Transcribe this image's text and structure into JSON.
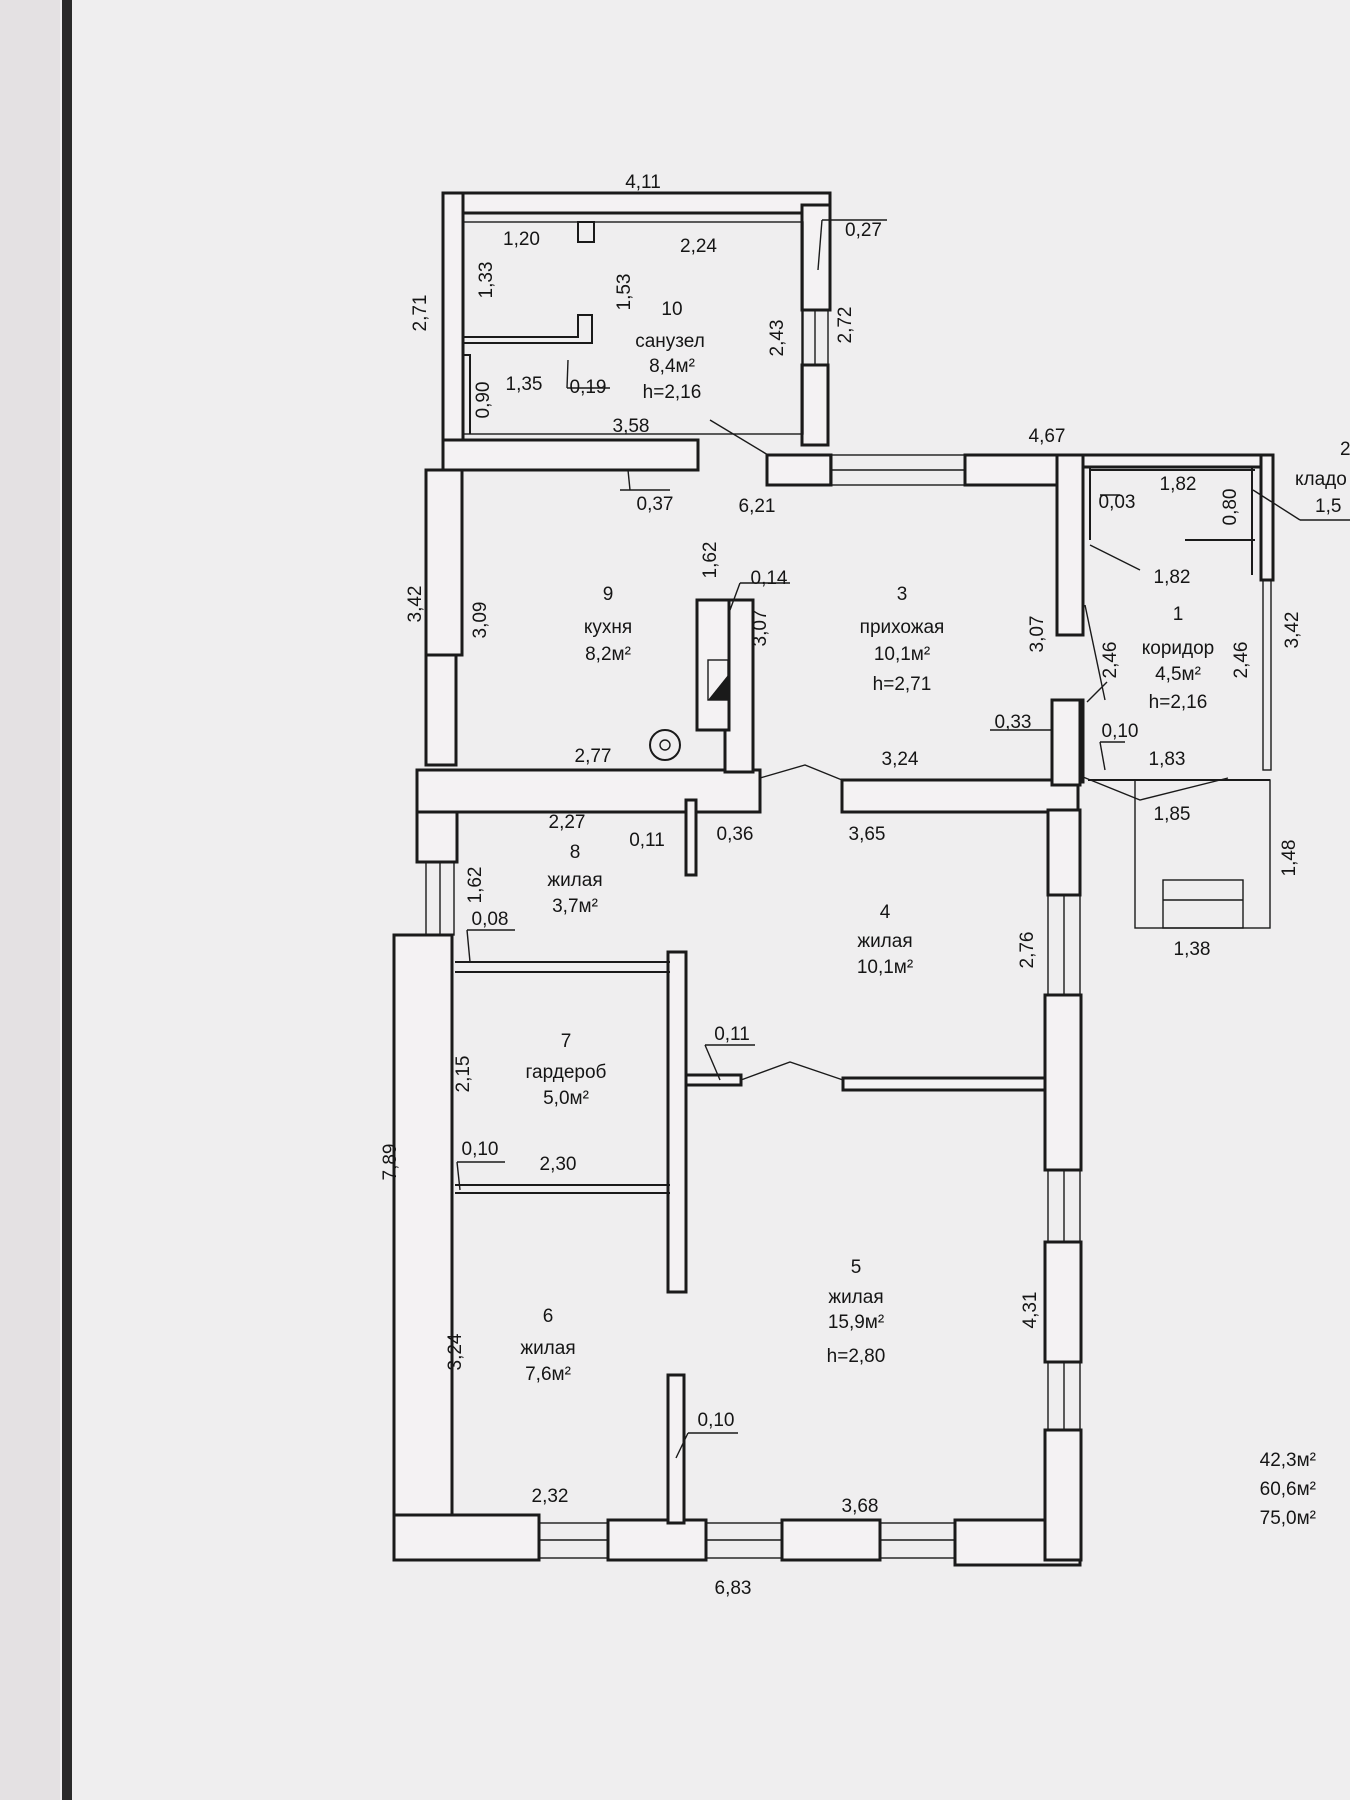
{
  "colors": {
    "paper": "#f1f0f1",
    "background": "#e4e1e3",
    "ink": "#1a1a1a",
    "wall_fill": "#f4f2f3"
  },
  "rooms": [
    {
      "id": "10",
      "name": "санузел",
      "area": "8,4м²",
      "height": "h=2,16"
    },
    {
      "id": "9",
      "name": "кухня",
      "area": "8,2м²",
      "height": ""
    },
    {
      "id": "3",
      "name": "прихожая",
      "area": "10,1м²",
      "height": "h=2,71"
    },
    {
      "id": "1",
      "name": "коридор",
      "area": "4,5м²",
      "height": "h=2,16"
    },
    {
      "id": "2",
      "name": "кладо",
      "area": "1,5",
      "height": ""
    },
    {
      "id": "8",
      "name": "жилая",
      "area": "3,7м²",
      "height": ""
    },
    {
      "id": "4",
      "name": "жилая",
      "area": "10,1м²",
      "height": ""
    },
    {
      "id": "7",
      "name": "гардероб",
      "area": "5,0м²",
      "height": ""
    },
    {
      "id": "5",
      "name": "жилая",
      "area": "15,9м²",
      "height": "h=2,80"
    },
    {
      "id": "6",
      "name": "жилая",
      "area": "7,6м²",
      "height": ""
    }
  ],
  "dims": {
    "d411": "4,11",
    "d027": "0,27",
    "d120": "1,20",
    "d224": "2,24",
    "d133": "1,33",
    "d153": "1,53",
    "d271": "2,71",
    "d243": "2,43",
    "d272": "2,72",
    "d090": "0,90",
    "d135": "1,35",
    "d019": "0,19",
    "d358": "3,58",
    "d467": "4,67",
    "d182a": "1,82",
    "d080": "0,80",
    "d003": "0,03",
    "d182b": "1,82",
    "d037": "0,37",
    "d621": "6,21",
    "d162a": "1,62",
    "d014": "0,14",
    "d342a": "3,42",
    "d309": "3,09",
    "d307a": "3,07",
    "d307b": "3,07",
    "d246a": "2,46",
    "d246b": "2,46",
    "d342b": "3,42",
    "d033": "0,33",
    "d010a": "0,10",
    "d277": "2,77",
    "d324a": "3,24",
    "d183": "1,83",
    "d185": "1,85",
    "d227": "2,27",
    "d011a": "0,11",
    "d036": "0,36",
    "d365": "3,65",
    "d148": "1,48",
    "d162b": "1,62",
    "d008": "0,08",
    "d276": "2,76",
    "d138": "1,38",
    "d011b": "0,11",
    "d215": "2,15",
    "d010b": "0,10",
    "d230": "2,30",
    "d789": "7,89",
    "d431": "4,31",
    "d324b": "3,24",
    "d010c": "0,10",
    "d232": "2,32",
    "d368": "3,68",
    "d683": "6,83"
  },
  "totals": [
    "42,3м²",
    "60,6м²",
    "75,0м²"
  ]
}
